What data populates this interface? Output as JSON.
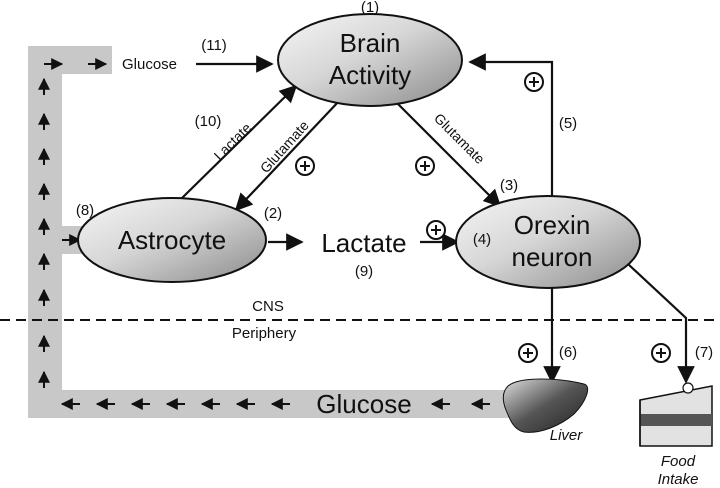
{
  "nodes": {
    "brain": {
      "line1": "Brain",
      "line2": "Activity",
      "num": "(1)"
    },
    "astrocyte": {
      "label": "Astrocyte",
      "num": "(2)"
    },
    "orexin": {
      "line1": "Orexin",
      "line2": "neuron",
      "num": "(4)"
    }
  },
  "labels": {
    "glucose_top": "Glucose",
    "glucose_bottom": "Glucose",
    "lactate_mid": "Lactate",
    "lactate_diag": "Lactate",
    "glutamate_left": "Glutamate",
    "glutamate_right": "Glutamate",
    "cns": "CNS",
    "periphery": "Periphery",
    "liver": "Liver",
    "food_line1": "Food",
    "food_line2": "Intake"
  },
  "numbers": {
    "n3": "(3)",
    "n5": "(5)",
    "n6": "(6)",
    "n7": "(7)",
    "n8": "(8)",
    "n9": "(9)",
    "n10": "(10)",
    "n11": "(11)"
  },
  "plus_symbol": "+",
  "colors": {
    "band": "#c8c8c8",
    "node_light": "#f4f4f4",
    "node_dark": "#8a8a8a",
    "ink": "#111111"
  }
}
